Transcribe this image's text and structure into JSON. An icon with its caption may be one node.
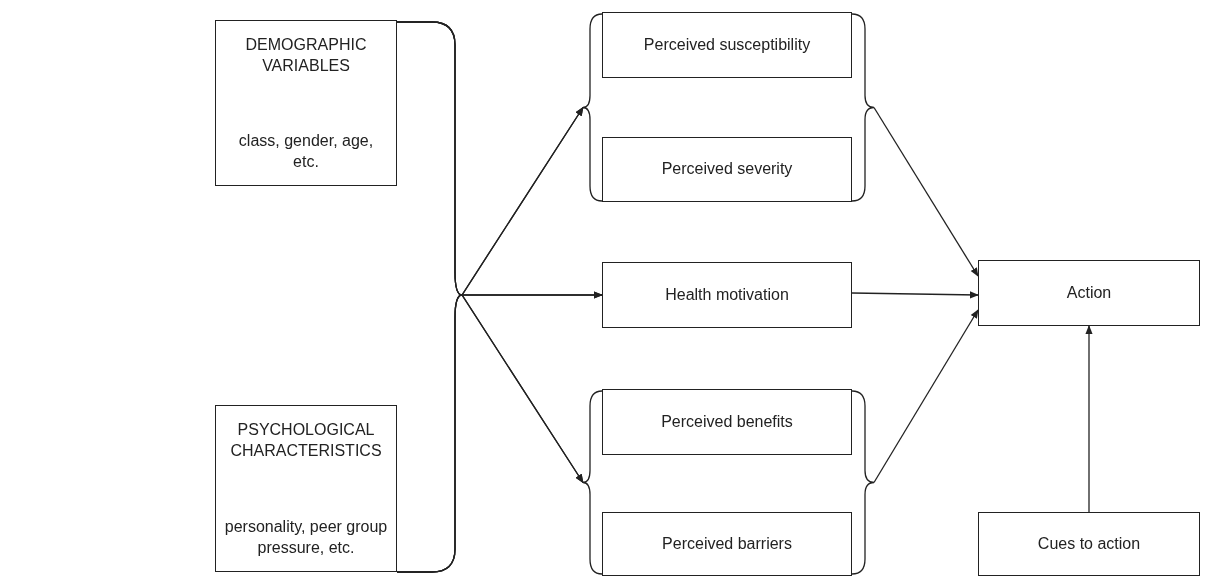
{
  "diagram": {
    "nodes": [
      {
        "text": [
          "DEMOGRAPHIC VARIABLES",
          "class, gender, age, etc."
        ]
      },
      {
        "text": [
          "PSYCHOLOGICAL CHARACTERISTICS",
          "personality, peer group pressure, etc."
        ]
      },
      {
        "text": [
          "Perceived susceptibility"
        ]
      },
      {
        "text": [
          "Perceived severity"
        ]
      },
      {
        "text": [
          "Health motivation"
        ]
      },
      {
        "text": [
          "Perceived benefits"
        ]
      },
      {
        "text": [
          "Perceived barriers"
        ]
      },
      {
        "text": [
          "Action"
        ]
      },
      {
        "text": [
          "Cues to action"
        ]
      },
      {
        "text": [],
        "shape": "brace"
      },
      {
        "text": [],
        "shape": "brace"
      },
      {
        "text": [],
        "shape": "brace"
      },
      {
        "text": [],
        "shape": "brace"
      }
    ],
    "edges": [
      {
        "from": 0,
        "to": 9,
        "arrow": "to"
      },
      {
        "from": 0,
        "to": 4,
        "arrow": "to"
      },
      {
        "from": 0,
        "to": 11,
        "arrow": "to"
      },
      {
        "from": 1,
        "to": 9,
        "arrow": "to"
      },
      {
        "from": 1,
        "to": 4,
        "arrow": "to"
      },
      {
        "from": 1,
        "to": 11,
        "arrow": "to"
      },
      {
        "from": 10,
        "to": 7,
        "arrow": "to"
      },
      {
        "from": 4,
        "to": 7,
        "arrow": "to"
      },
      {
        "from": 12,
        "to": 7,
        "arrow": "to"
      },
      {
        "from": 8,
        "to": 7,
        "arrow": "to"
      }
    ]
  }
}
